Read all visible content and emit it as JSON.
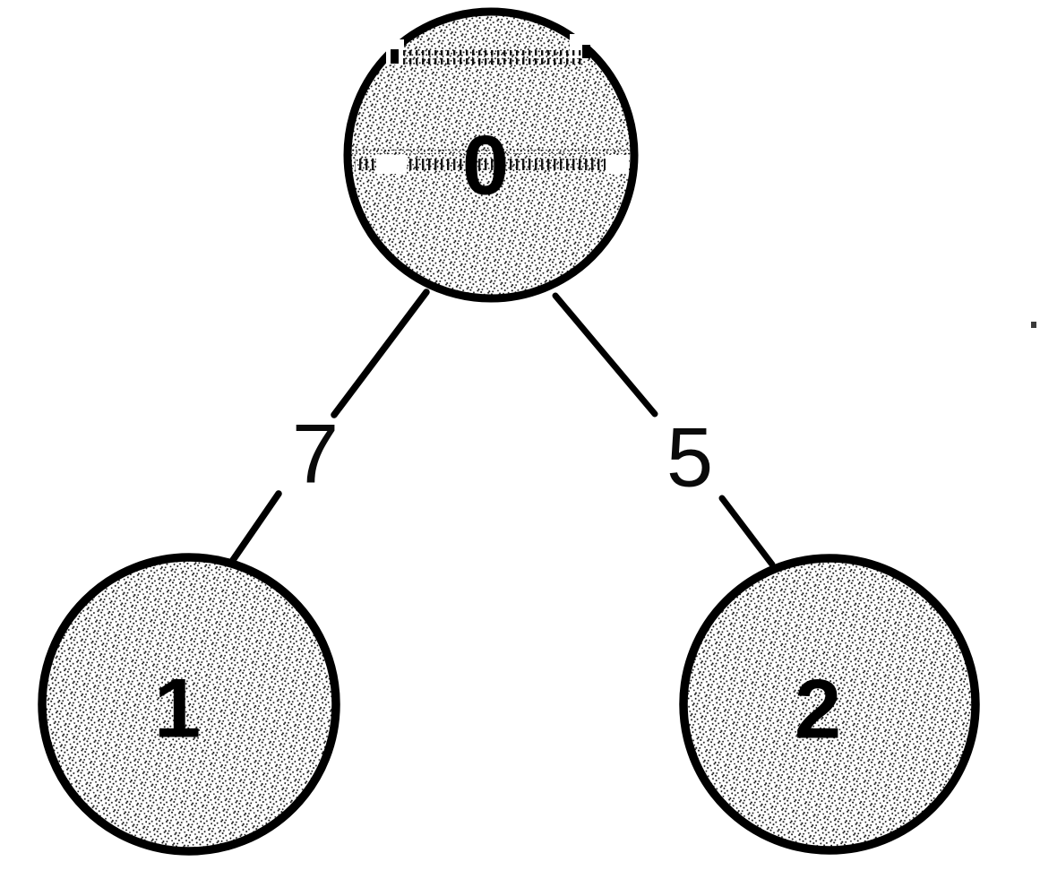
{
  "figure": {
    "type": "weighted-graph",
    "background_color": "#ffffff",
    "ink_color": "#000000",
    "node_fill_appearance": "halftone-stipple-gray",
    "nodes": [
      {
        "id": "0",
        "label": "0"
      },
      {
        "id": "1",
        "label": "1"
      },
      {
        "id": "2",
        "label": "2"
      }
    ],
    "edges": [
      {
        "from": "0",
        "to": "1",
        "weight": "7"
      },
      {
        "from": "0",
        "to": "2",
        "weight": "5"
      }
    ]
  }
}
